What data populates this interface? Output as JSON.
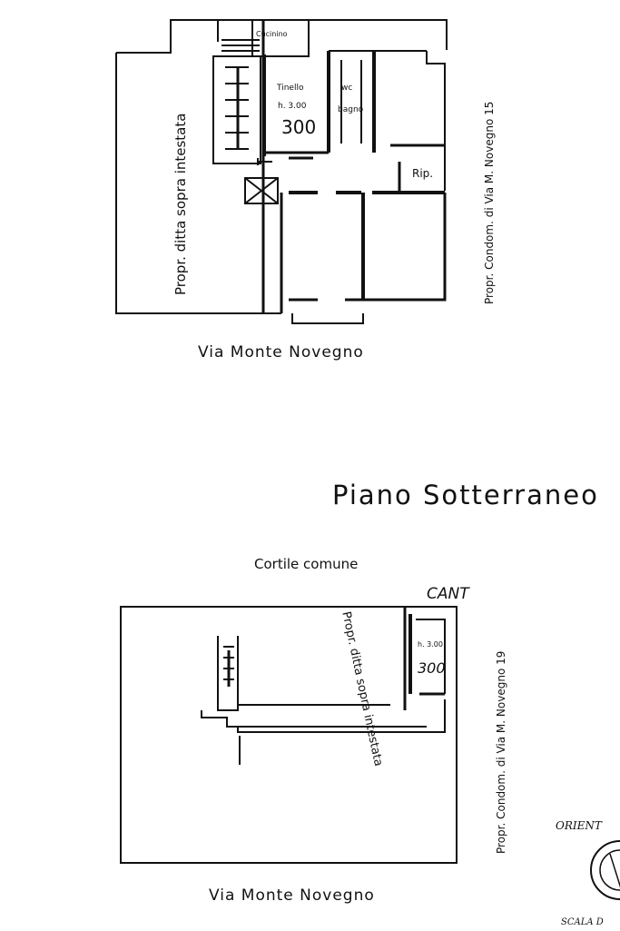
{
  "ground_floor": {
    "room_cucina": "Cucinino",
    "room_tinello": "Tinello",
    "room_tinello_height": "h. 3.00",
    "room_tinello_area": "300",
    "room_wc": "wc",
    "room_bagno": "bagno",
    "room_rip": "Rip.",
    "label_left": "Propr. ditta sopra intestata",
    "label_right": "Propr. Condom. di Via M. Novegno 15",
    "street": "Via   Monte   Novegno"
  },
  "basement": {
    "title": "Piano  Sotterraneo",
    "court": "Cortile     comune",
    "cant": "CANT",
    "height": "h. 3.00",
    "area": "300",
    "label_inner": "Propr. ditta sopra intestata",
    "label_right": "Propr. Condom. di Via M. Novegno 19",
    "street": "Via    Monte    Novegno"
  },
  "legend": {
    "orientation": "ORIENT",
    "scale": "SCALA D"
  }
}
